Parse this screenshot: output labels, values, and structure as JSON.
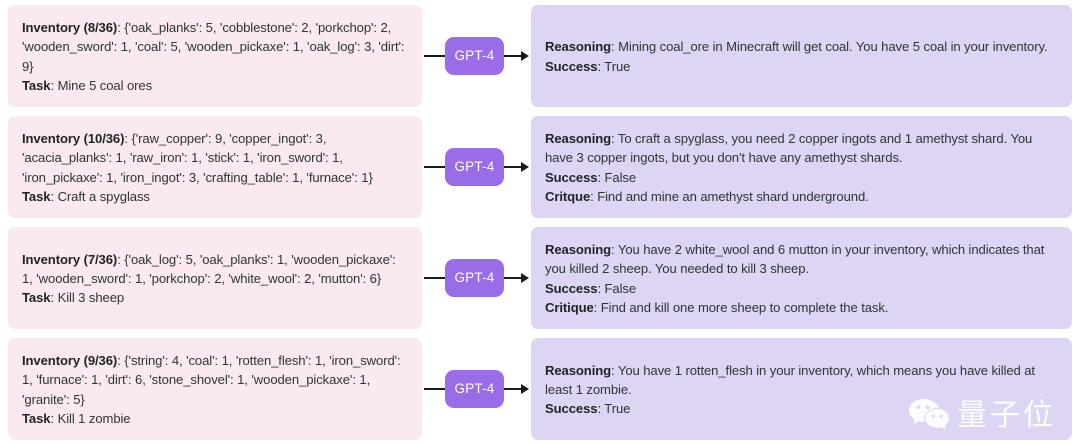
{
  "diagram": {
    "model_badge_label": "GPT-4",
    "colors": {
      "input_card_bg": "#fae9f0",
      "output_card_bg": "#ddd5f3",
      "badge_bg": "#9a6ce8",
      "badge_text": "#ffffff",
      "arrow": "#1a1a1a",
      "page_bg": "#ffffff",
      "body_text": "#2f3437"
    },
    "labels": {
      "inventory": "Inventory",
      "task": "Task",
      "reasoning": "Reasoning",
      "success": "Success",
      "critique": "Critique"
    },
    "rows": [
      {
        "input": {
          "inventory_label": "Inventory (8/36)",
          "inventory_value": "{'oak_planks': 5, 'cobblestone': 2, 'porkchop': 2, 'wooden_sword': 1, 'coal': 5, 'wooden_pickaxe': 1, 'oak_log': 3, 'dirt': 9}",
          "task_label": "Task",
          "task_value": "Mine 5 coal ores"
        },
        "output": {
          "reasoning_label": "Reasoning",
          "reasoning_value": "Mining coal_ore in Minecraft will get coal. You have 5 coal in your inventory.",
          "success_label": "Success",
          "success_value": "True",
          "critique_label": null,
          "critique_value": null
        }
      },
      {
        "input": {
          "inventory_label": "Inventory (10/36)",
          "inventory_value": "{'raw_copper': 9, 'copper_ingot': 3, 'acacia_planks': 1, 'raw_iron': 1, 'stick': 1, 'iron_sword': 1, 'iron_pickaxe': 1, 'iron_ingot': 3, 'crafting_table': 1, 'furnace': 1}",
          "task_label": "Task",
          "task_value": "Craft a spyglass"
        },
        "output": {
          "reasoning_label": "Reasoning",
          "reasoning_value": "To craft a spyglass, you need 2 copper ingots and 1 amethyst shard. You have 3 copper ingots, but you don't have any amethyst shards.",
          "success_label": "Success",
          "success_value": "False",
          "critique_label": "Critque",
          "critique_value": "Find and mine an amethyst shard underground."
        }
      },
      {
        "input": {
          "inventory_label": "Inventory (7/36)",
          "inventory_value": "{'oak_log': 5, 'oak_planks': 1, 'wooden_pickaxe': 1, 'wooden_sword': 1, 'porkchop': 2, 'white_wool': 2, 'mutton': 6}",
          "task_label": "Task",
          "task_value": "Kill 3 sheep"
        },
        "output": {
          "reasoning_label": "Reasoning",
          "reasoning_value": "You have 2 white_wool and 6 mutton in your inventory, which indicates that you killed 2 sheep. You needed to kill 3 sheep.",
          "success_label": "Success",
          "success_value": "False",
          "critique_label": "Critique",
          "critique_value": "Find and kill one more sheep to complete the task."
        }
      },
      {
        "input": {
          "inventory_label": "Inventory (9/36)",
          "inventory_value": "{'string': 4, 'coal': 1, 'rotten_flesh': 1, 'iron_sword': 1, 'furnace': 1, 'dirt': 6, 'stone_shovel': 1, 'wooden_pickaxe': 1, 'granite': 5}",
          "task_label": "Task",
          "task_value": "Kill 1 zombie"
        },
        "output": {
          "reasoning_label": "Reasoning",
          "reasoning_value": "You have 1 rotten_flesh in your inventory, which means you have killed at least 1 zombie.",
          "success_label": "Success",
          "success_value": "True",
          "critique_label": null,
          "critique_value": null
        }
      }
    ],
    "watermark": {
      "icon": "wechat-icon",
      "text": "量子位"
    }
  }
}
